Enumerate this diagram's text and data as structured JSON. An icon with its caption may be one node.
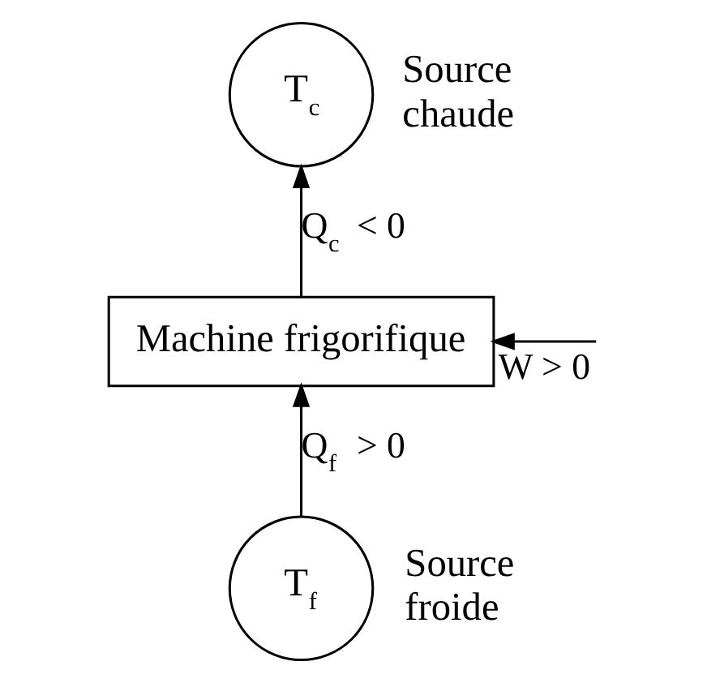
{
  "diagram": {
    "nodes": [
      {
        "text": [
          "T$_{c}$"
        ],
        "beside": [
          "Source chaude"
        ]
      },
      {
        "text": [
          "Machine frigorifique"
        ]
      },
      {
        "text": [
          "T$_{f}$"
        ],
        "beside": [
          "Source froide"
        ]
      }
    ],
    "edges": [
      {
        "from": 1,
        "to": 0,
        "arrow": "to",
        "label": "Q$_{c}$ < 0"
      },
      {
        "from": 2,
        "to": 1,
        "arrow": "to",
        "label": "Q$_{f}$ > 0"
      },
      {
        "from": null,
        "to": 1,
        "arrow": "to",
        "label": "W > 0"
      }
    ]
  }
}
